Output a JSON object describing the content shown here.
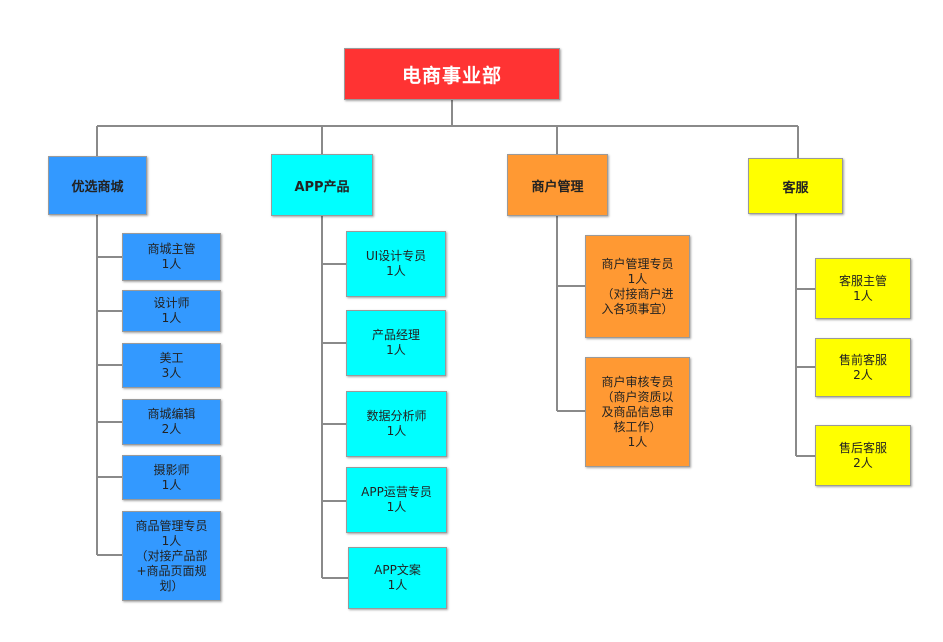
{
  "colors": {
    "root": "#ff3333",
    "blue": "#3399ff",
    "cyan": "#00ffff",
    "orange": "#ff9933",
    "yellow": "#ffff00"
  },
  "root": {
    "title": "电商事业部"
  },
  "departments": [
    {
      "name": "优选商城",
      "roles": [
        {
          "lines": [
            "商城主管",
            "1人"
          ]
        },
        {
          "lines": [
            "设计师",
            "1人"
          ]
        },
        {
          "lines": [
            "美工",
            "3人"
          ]
        },
        {
          "lines": [
            "商城编辑",
            "2人"
          ]
        },
        {
          "lines": [
            "摄影师",
            "1人"
          ]
        },
        {
          "lines": [
            "商品管理专员",
            "1人",
            "（对接产品部",
            "+商品页面规",
            "划）"
          ]
        }
      ]
    },
    {
      "name": "APP产品",
      "roles": [
        {
          "lines": [
            "UI设计专员",
            "1人"
          ]
        },
        {
          "lines": [
            "产品经理",
            "1人"
          ]
        },
        {
          "lines": [
            "数据分析师",
            "1人"
          ]
        },
        {
          "lines": [
            "APP运营专员",
            "1人"
          ]
        },
        {
          "lines": [
            "APP文案",
            "1人"
          ]
        }
      ]
    },
    {
      "name": "商户管理",
      "roles": [
        {
          "lines": [
            "商户管理专员",
            "1人",
            "（对接商户进",
            "入各项事宜）"
          ]
        },
        {
          "lines": [
            "商户审核专员",
            "（商户资质以",
            "及商品信息审",
            "核工作）",
            "1人"
          ]
        }
      ]
    },
    {
      "name": "客服",
      "roles": [
        {
          "lines": [
            "客服主管",
            "1人"
          ]
        },
        {
          "lines": [
            "售前客服",
            "2人"
          ]
        },
        {
          "lines": [
            "售后客服",
            "2人"
          ]
        }
      ]
    }
  ]
}
